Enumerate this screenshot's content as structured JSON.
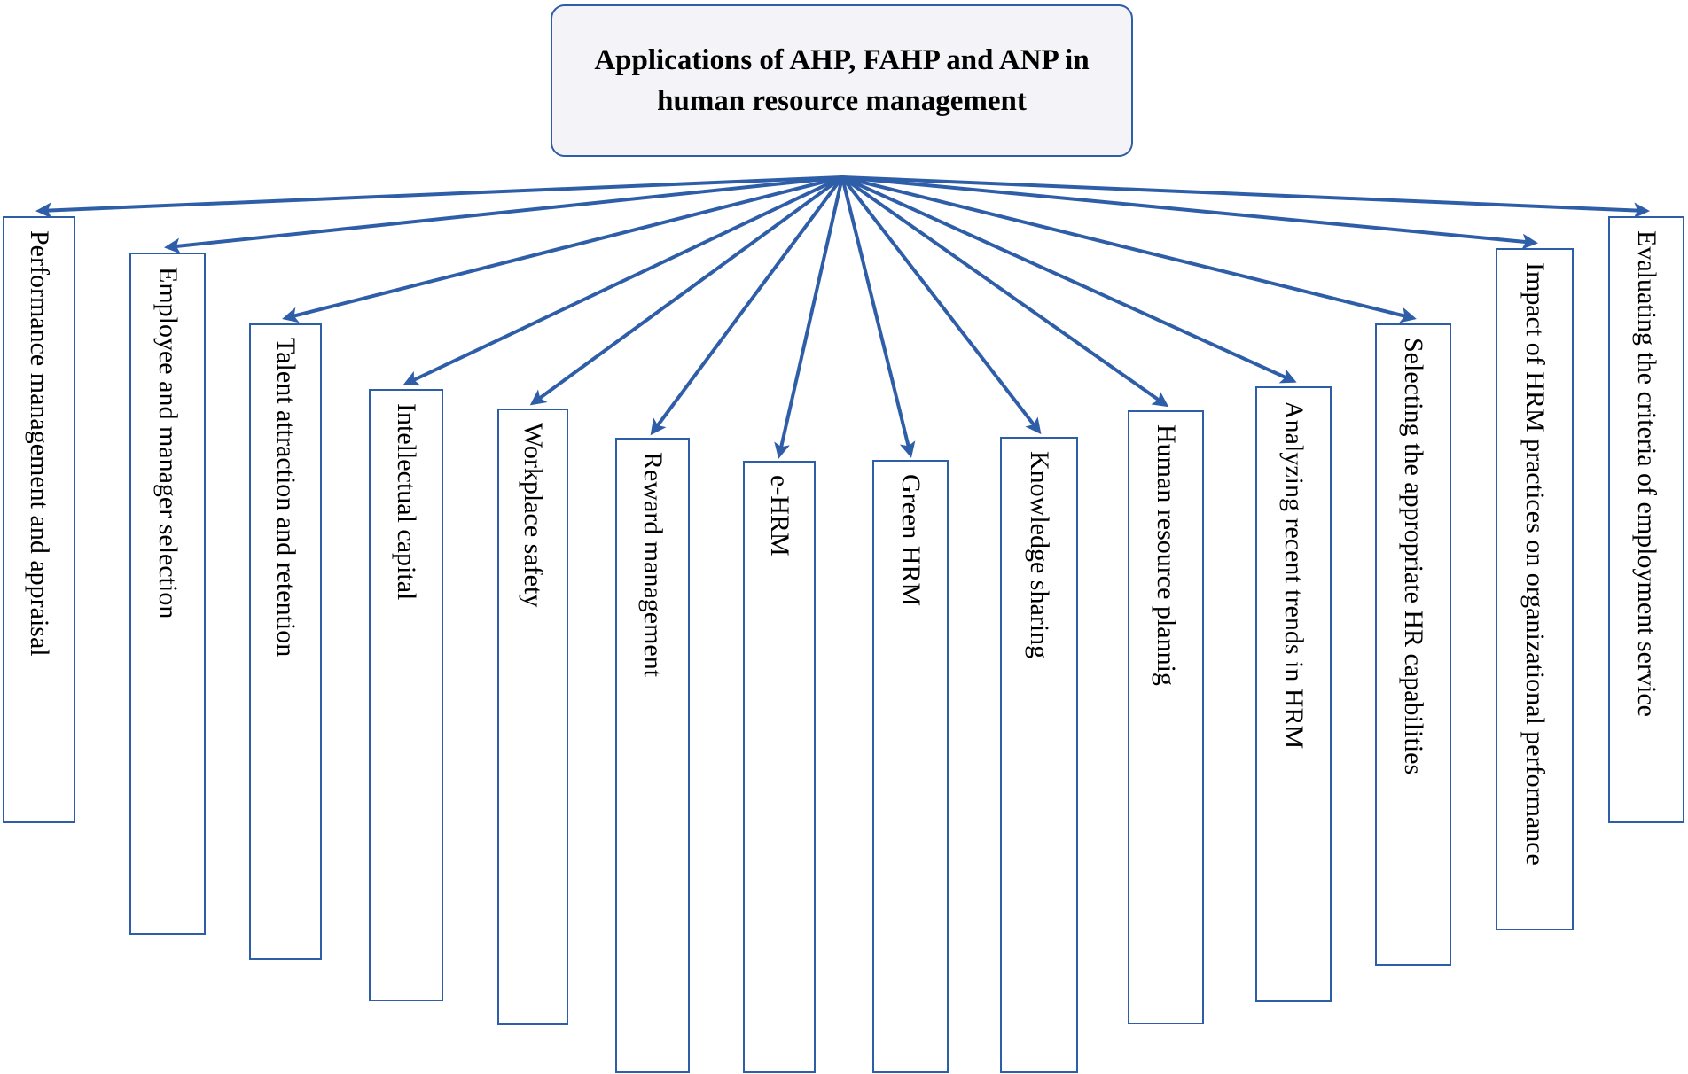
{
  "root": {
    "title": "Applications of AHP, FAHP and ANP in human resource management"
  },
  "styles": {
    "stroke": "#2f5ea8",
    "root_fill": "#f4f3f8"
  },
  "applications": [
    {
      "id": "performance",
      "label": "Performance management and appraisal"
    },
    {
      "id": "selection",
      "label": "Employee and manager selection"
    },
    {
      "id": "talent",
      "label": "Talent attraction and retention"
    },
    {
      "id": "intellectual",
      "label": "Intellectual capital"
    },
    {
      "id": "safety",
      "label": "Workplace safety"
    },
    {
      "id": "reward",
      "label": "Reward management"
    },
    {
      "id": "ehrm",
      "label": "e-HRM"
    },
    {
      "id": "green",
      "label": "Green HRM"
    },
    {
      "id": "knowledge",
      "label": "Knowledge sharing"
    },
    {
      "id": "planning",
      "label": "Human resource plannig"
    },
    {
      "id": "trends",
      "label": "Analyzing recent trends in HRM"
    },
    {
      "id": "capabilities",
      "label": "Selecting the appropriate HR capabilities"
    },
    {
      "id": "impact",
      "label": "Impact of HRM practices on organizational performance"
    },
    {
      "id": "employment",
      "label": "Evaluating the criteria of employment service"
    }
  ]
}
